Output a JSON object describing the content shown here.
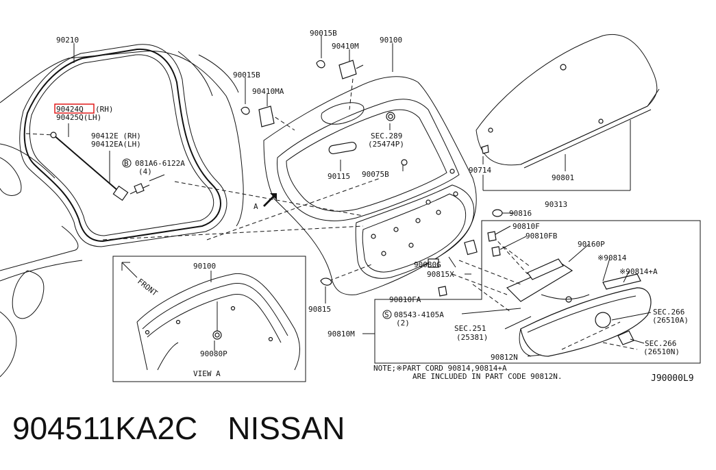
{
  "labels": {
    "p90210": "90210",
    "p90424q": "90424Q",
    "p90424q_side": "(RH)",
    "p90425q": "90425Q(LH)",
    "p90412e": "90412E (RH)",
    "p90412ea": "90412EA(LH)",
    "bolt_code": "081A6-6122A",
    "bolt_circle": "B",
    "bolt_qty": "(4)",
    "p90015b_a": "90015B",
    "p90410m": "90410M",
    "p90100": "90100",
    "p90015b_b": "90015B",
    "p90410ma": "90410MA",
    "sec289": "SEC.289",
    "sec289_code": "(25474P)",
    "p90115": "90115",
    "p90075b": "90075B",
    "arrow_a": "A",
    "p90714": "90714",
    "p90801": "90801",
    "p90313": "90313",
    "p90816": "90816",
    "p90810f": "90810F",
    "p90810fb": "90810FB",
    "p90160p": "90160P",
    "p90814": "※90814",
    "p90814a": "※90814+A",
    "p90080g": "90080G",
    "p90815x": "90815X",
    "p90815": "90815",
    "p90810fa": "90810FA",
    "screw_circle": "S",
    "screw_code": "08543-4105A",
    "screw_qty": "(2)",
    "sec266a": "SEC.266",
    "sec266a_code": "(26510A)",
    "sec251": "SEC.251",
    "sec251_code": "(25381)",
    "p90810m": "90810M",
    "sec266n": "SEC.266",
    "sec266n_code": "(26510N)",
    "p90812n": "90812N",
    "note1": "NOTE;※PART CORD 90814,90814+A",
    "note2": "ARE INCLUDED IN PART CODE 90812N.",
    "diagram_code": "J90000L9",
    "inset_90100": "90100",
    "inset_front": "FRONT",
    "inset_90080p": "90080P",
    "inset_view": "VIEW A"
  },
  "caption": {
    "part_number": "904511KA2C",
    "brand": "NISSAN"
  },
  "colors": {
    "highlight": "#e01818",
    "line": "#111111"
  }
}
